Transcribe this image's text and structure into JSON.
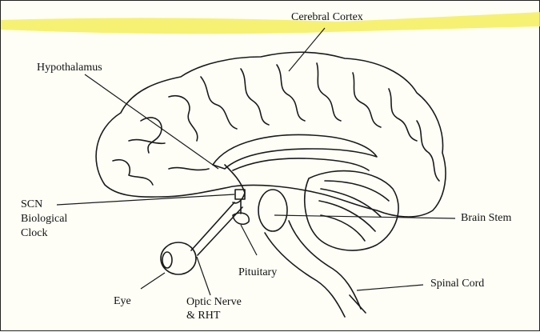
{
  "labels": {
    "cerebral_cortex": "Cerebral Cortex",
    "hypothalamus": "Hypothalamus",
    "scn_line1": "SCN",
    "scn_line2": "Biological",
    "scn_line3": "Clock",
    "brain_stem": "Brain Stem",
    "pituitary": "Pituitary",
    "spinal_cord": "Spinal Cord",
    "eye": "Eye",
    "optic_line1": "Optic Nerve",
    "optic_line2": "& RHT"
  },
  "colors": {
    "highlighter": "#f4ef5a",
    "ink": "#1a1a1a",
    "paper": "#fefef6"
  }
}
